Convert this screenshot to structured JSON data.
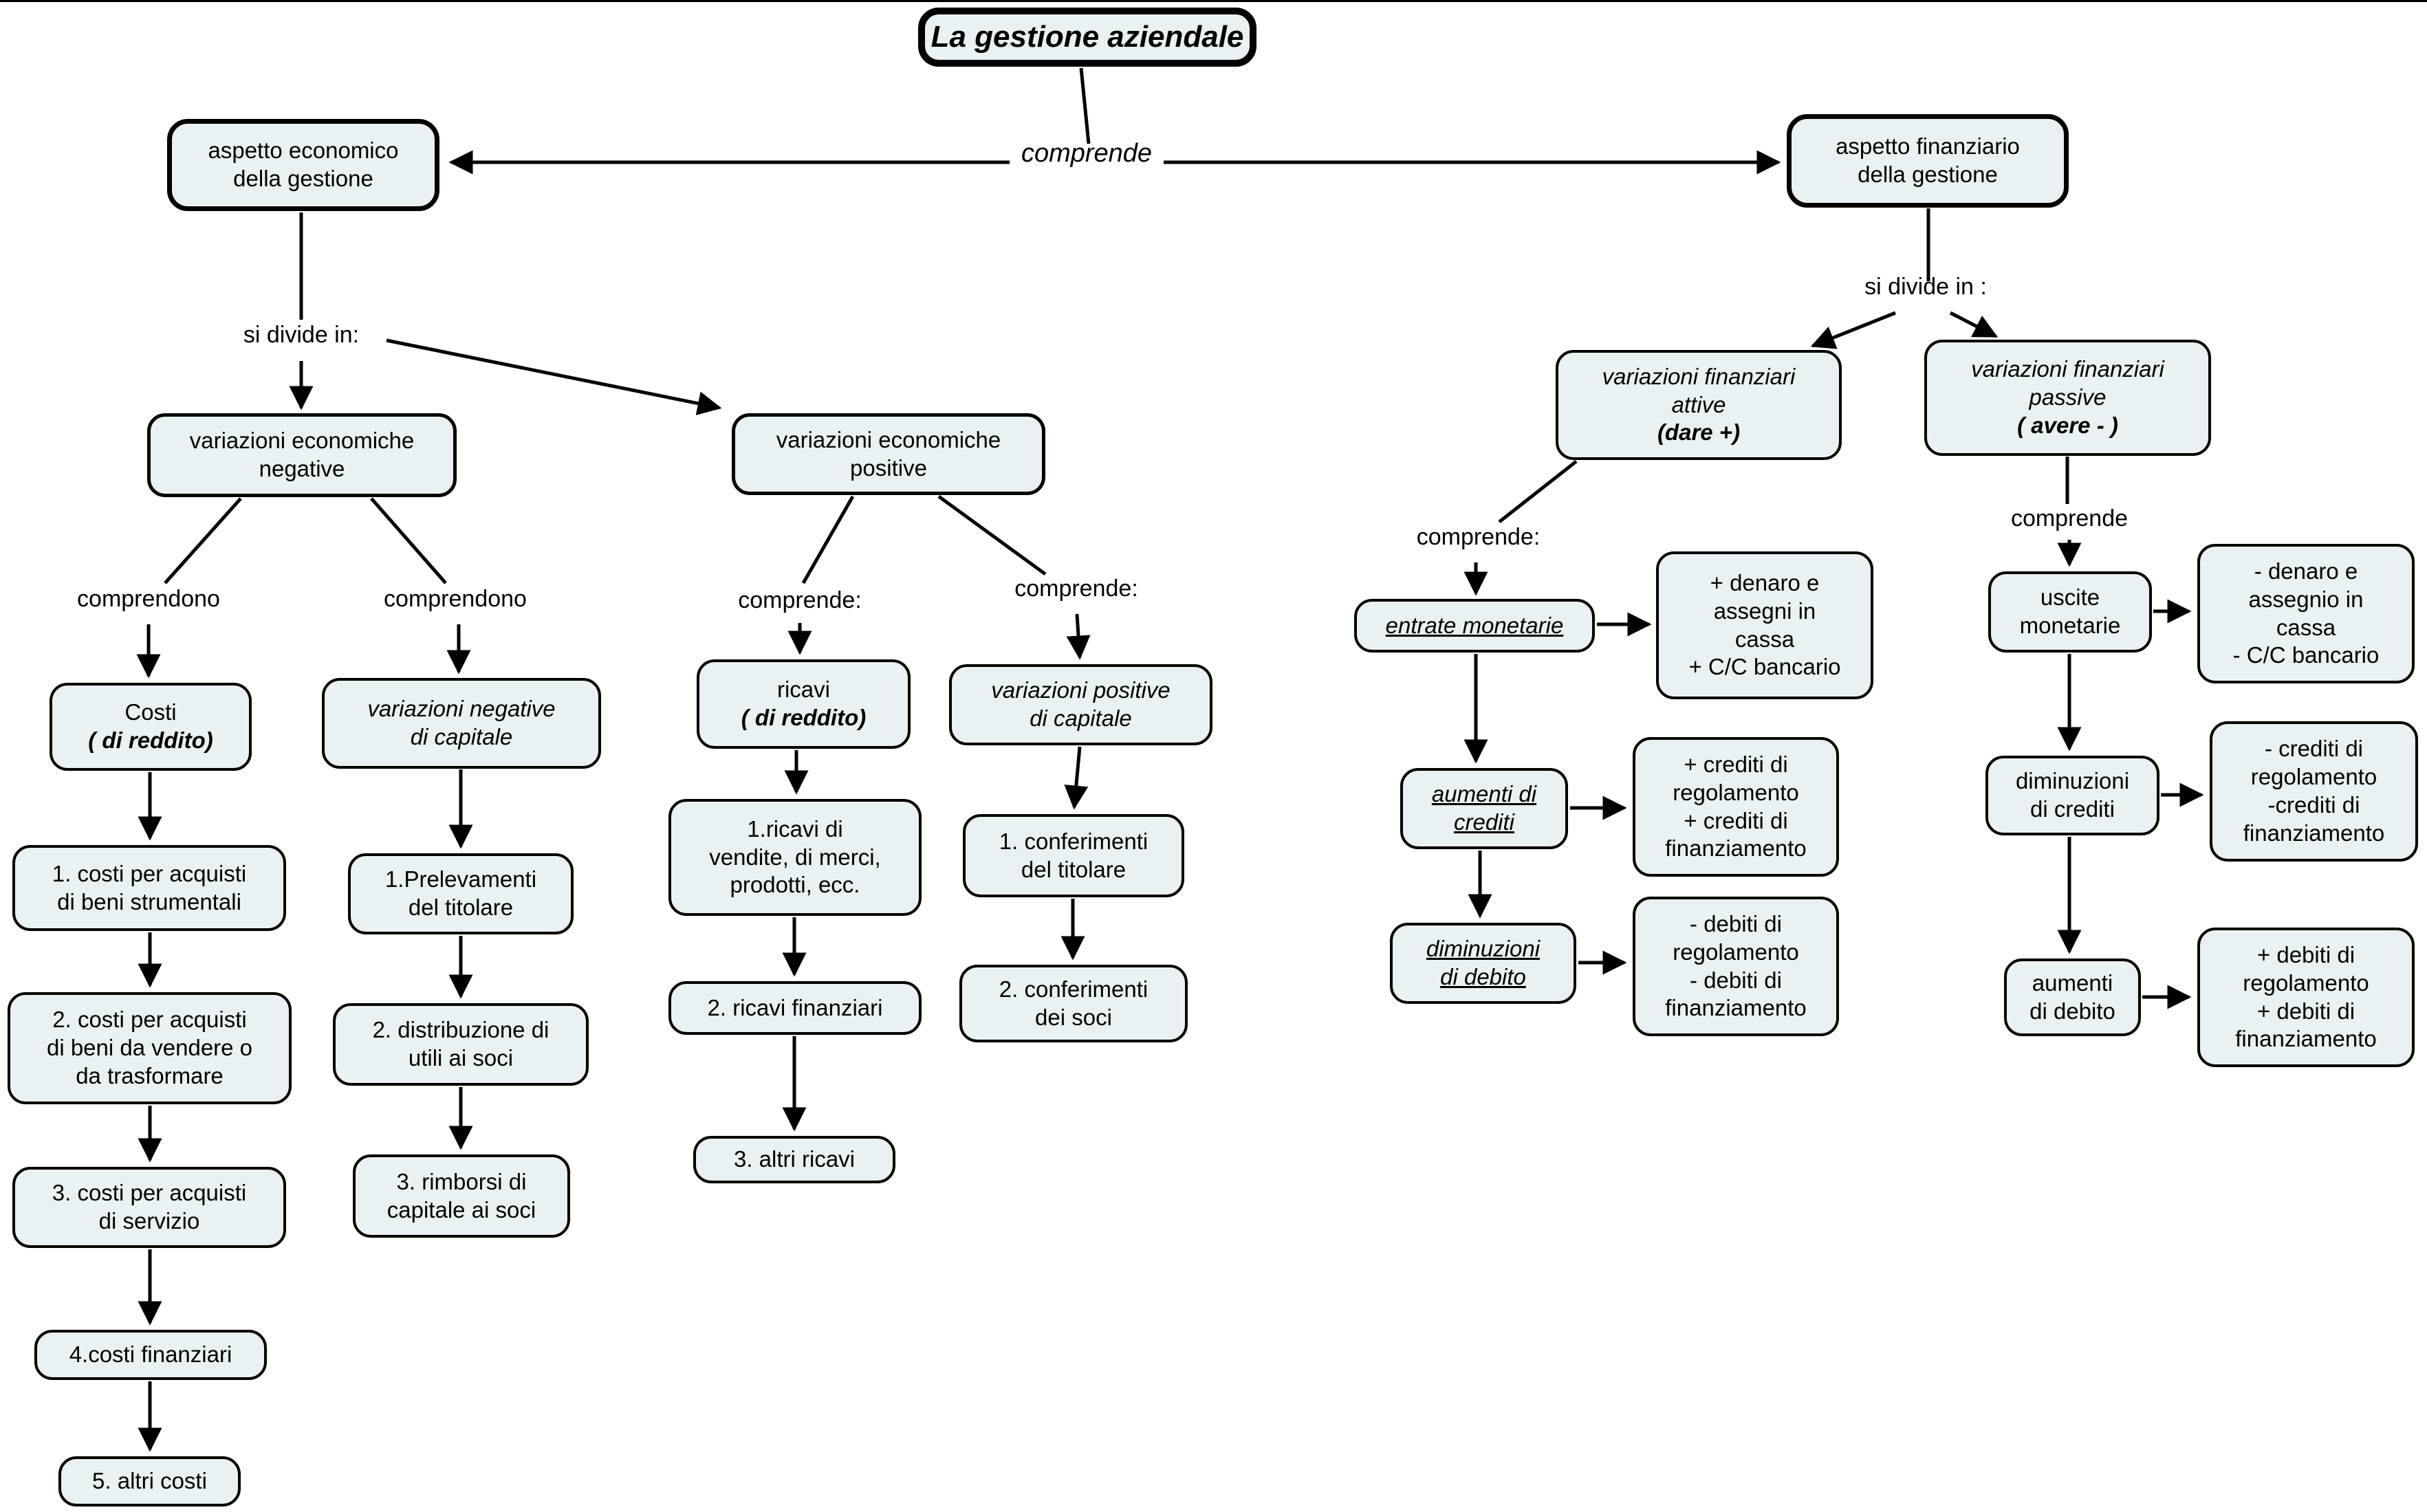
{
  "title": "La gestione aziendale",
  "colors": {
    "box_fill": "#e9f1f2",
    "box_border": "#000000",
    "background": "#ffffff"
  },
  "labels": {
    "comprende_root": "comprende",
    "si_divide_left": "si divide in:",
    "si_divide_right": "si divide in :",
    "comprendono_1": "comprendono",
    "comprendono_2": "comprendono",
    "comprende_ricavi": "comprende:",
    "comprende_pos_capitale": "comprende:",
    "comprende_attive": "comprende:",
    "comprende_passive": "comprende"
  },
  "nodes": {
    "title": {
      "lines": [
        "La gestione aziendale"
      ]
    },
    "aspetto_economico": {
      "lines": [
        "aspetto economico",
        "della gestione"
      ]
    },
    "aspetto_finanziario": {
      "lines": [
        "aspetto finanziario",
        "della gestione"
      ]
    },
    "var_econ_negative": {
      "lines": [
        "variazioni economiche",
        "negative"
      ]
    },
    "var_econ_positive": {
      "lines": [
        "variazioni economiche",
        "positive"
      ]
    },
    "var_fin_attive": {
      "lines": [
        "variazioni finanziari",
        "attive",
        "(dare +)"
      ]
    },
    "var_fin_passive": {
      "lines": [
        "variazioni finanziari",
        "passive",
        "( avere - )"
      ]
    },
    "costi_reddito": {
      "lines": [
        "Costi",
        "( di reddito)"
      ]
    },
    "var_neg_capitale": {
      "lines": [
        "variazioni negative",
        "di capitale"
      ]
    },
    "ricavi_reddito": {
      "lines": [
        "ricavi",
        "( di reddito)"
      ]
    },
    "var_pos_capitale": {
      "lines": [
        "variazioni positive",
        "di capitale"
      ]
    },
    "entrate_monetarie": {
      "lines": [
        "entrate monetarie"
      ]
    },
    "denaro_plus": {
      "lines": [
        "+ denaro e",
        "assegni in",
        "cassa",
        "+ C/C bancario"
      ]
    },
    "uscite_monetarie": {
      "lines": [
        "uscite",
        "monetarie"
      ]
    },
    "denaro_minus": {
      "lines": [
        "- denaro e",
        "assegnio in",
        "cassa",
        "- C/C bancario"
      ]
    },
    "costi_1": {
      "lines": [
        "1. costi per acquisti",
        "di beni strumentali"
      ]
    },
    "prelevamenti_1": {
      "lines": [
        "1.Prelevamenti",
        "del titolare"
      ]
    },
    "ricavi_1": {
      "lines": [
        "1.ricavi di",
        "vendite, di merci,",
        "prodotti, ecc."
      ]
    },
    "conferimenti_1": {
      "lines": [
        "1. conferimenti",
        "del titolare"
      ]
    },
    "aumenti_crediti": {
      "lines": [
        "aumenti di",
        "crediti"
      ]
    },
    "crediti_plus": {
      "lines": [
        "+ crediti di",
        "regolamento",
        "+ crediti di",
        "finanziamento"
      ]
    },
    "diminuzioni_crediti": {
      "lines": [
        "diminuzioni",
        "di crediti"
      ]
    },
    "crediti_minus": {
      "lines": [
        "- crediti di",
        "regolamento",
        "-crediti di",
        "finanziamento"
      ]
    },
    "costi_2": {
      "lines": [
        "2. costi per acquisti",
        "di beni da vendere o",
        "da trasformare"
      ]
    },
    "distribuzione_2": {
      "lines": [
        "2. distribuzione di",
        "utili ai soci"
      ]
    },
    "ricavi_2": {
      "lines": [
        "2. ricavi finanziari"
      ]
    },
    "conferimenti_2": {
      "lines": [
        "2. conferimenti",
        "dei soci"
      ]
    },
    "diminuzioni_debito": {
      "lines": [
        "diminuzioni",
        "di debito"
      ]
    },
    "debiti_minus": {
      "lines": [
        "- debiti di",
        "regolamento",
        "- debiti di",
        "finanziamento"
      ]
    },
    "aumenti_debito": {
      "lines": [
        "aumenti",
        "di debito"
      ]
    },
    "debiti_plus": {
      "lines": [
        "+ debiti di",
        "regolamento",
        "+ debiti di",
        "finanziamento"
      ]
    },
    "costi_3": {
      "lines": [
        "3. costi per acquisti",
        "di servizio"
      ]
    },
    "rimborsi_3": {
      "lines": [
        "3. rimborsi di",
        "capitale ai soci"
      ]
    },
    "altri_ricavi_3": {
      "lines": [
        "3. altri ricavi"
      ]
    },
    "costi_4": {
      "lines": [
        "4.costi finanziari"
      ]
    },
    "costi_5": {
      "lines": [
        "5. altri costi"
      ]
    }
  }
}
